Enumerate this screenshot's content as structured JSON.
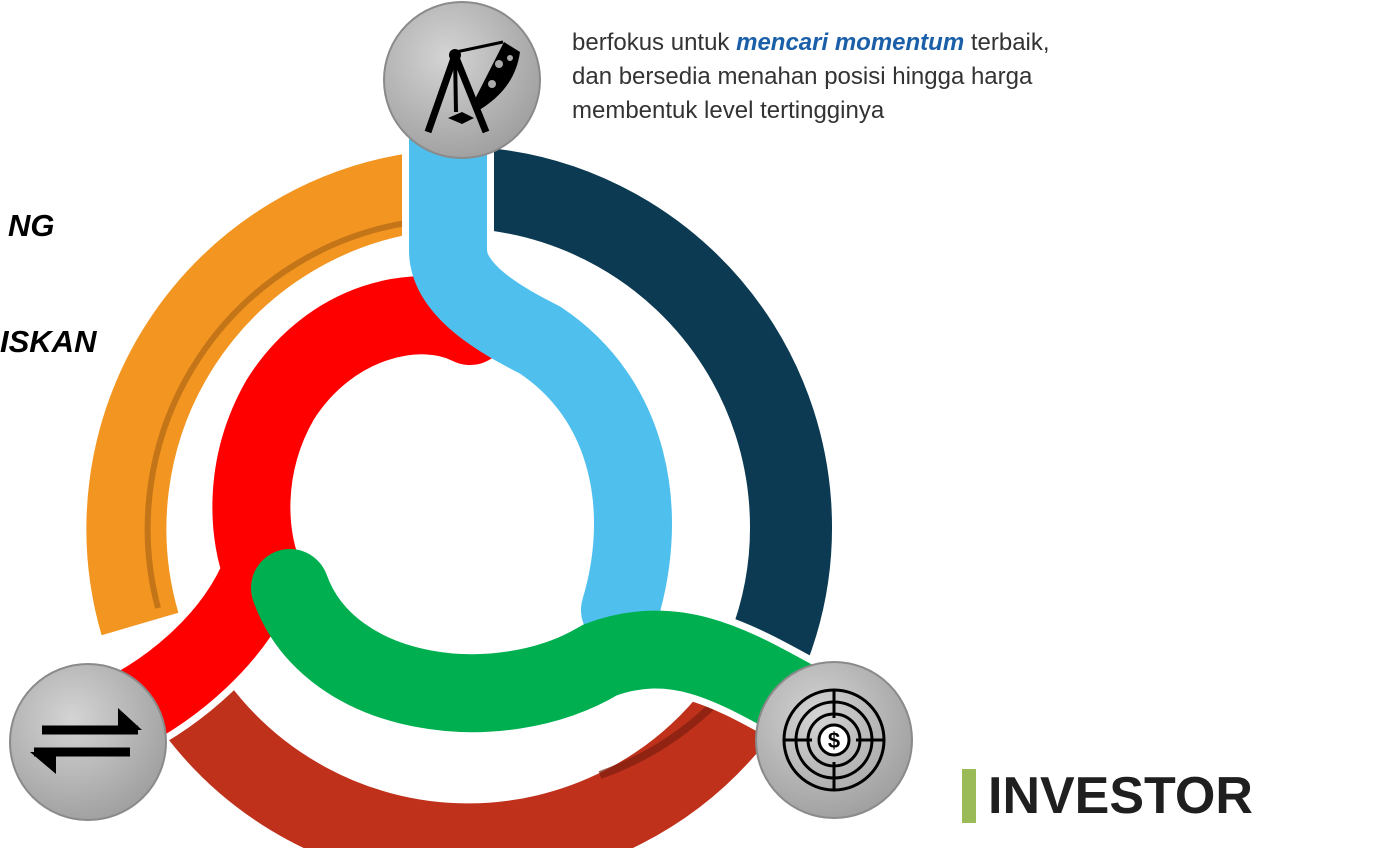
{
  "left_labels": {
    "top": "NG",
    "middle": "ISKAN"
  },
  "description": {
    "line1_before": "berfokus untuk ",
    "line1_emphasis": "mencari momentum",
    "line1_after": " terbaik,",
    "line2": "dan bersedia menahan posisi hingga harga",
    "line3": "membentuk level tertingginya"
  },
  "heading": {
    "title": "INVESTOR",
    "accent_color": "#9bbb59"
  },
  "icons": {
    "top": "telescope-icon",
    "bottom_left": "exchange-arrows-icon",
    "bottom_right": "dollar-target-icon"
  },
  "colors": {
    "outer_orange": "#f39521",
    "outer_navy": "#0b3a52",
    "outer_red": "#c0311c",
    "inner_red": "#ff0000",
    "inner_blue": "#4fc0ee",
    "inner_green": "#00af50",
    "icon_circle": "#b7b7b7"
  }
}
